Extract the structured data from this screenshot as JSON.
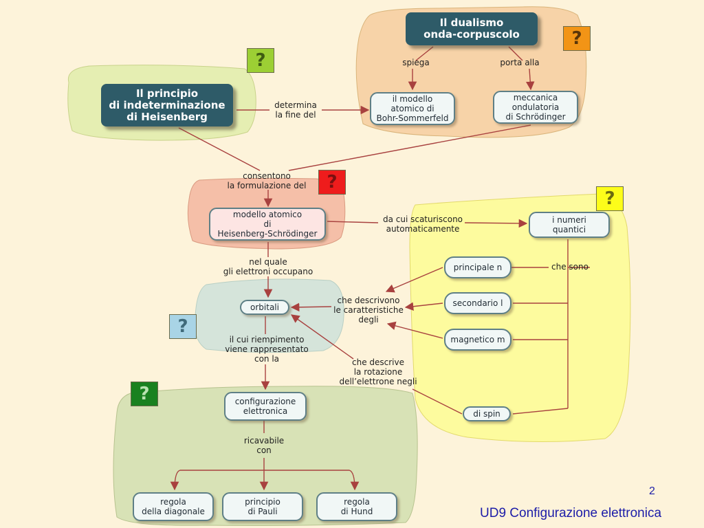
{
  "nodes": {
    "dualismo": "Il dualismo\nonda-corpuscolo",
    "heisenberg": "Il principio\ndi indeterminazione\ndi Heisenberg",
    "bohr": "il modello\natomico di\nBohr-Sommerfeld",
    "meccanica": "meccanica\nondulatoria\ndi Schrödinger",
    "modello": "modello atomico\ndi\nHeisenberg-Schrödinger",
    "numeri": "i numeri\nquantici",
    "principale": "principale n",
    "secondario": "secondario l",
    "magnetico": "magnetico m",
    "spin": "di spin",
    "orbitali": "orbitali",
    "configurazione": "configurazione\nelettronica",
    "diagonale": "regola\ndella diagonale",
    "pauli": "principio\ndi Pauli",
    "hund": "regola\ndi Hund"
  },
  "links": {
    "spiega": "spiega",
    "porta_alla": "porta alla",
    "determina": "determina\nla fine del",
    "consentono": "consentono\nla formulazione del",
    "da_cui": "da cui scaturiscono\nautomaticamente",
    "che_sono": "che sono",
    "nel_quale": "nel quale\ngli elettroni occupano",
    "che_descrivono": "che descrivono\nle caratteristiche\ndegli",
    "che_descrive": "che descrive\nla rotazione\ndell’elettrone negli",
    "riempimento": "il cui riempimento\nviene rappresentato\ncon la",
    "ricavabile": "ricavabile\ncon"
  },
  "help_icon": "?",
  "help_colors": {
    "orange": "#f29416",
    "lime": "#9ccf34",
    "red": "#ee1c1c",
    "yellow": "#fdfd1a",
    "lightblue": "#a9d4e6",
    "darkgreen": "#19811f"
  },
  "footer": {
    "page_number": "2",
    "title": "UD9 Configurazione elettronica"
  }
}
